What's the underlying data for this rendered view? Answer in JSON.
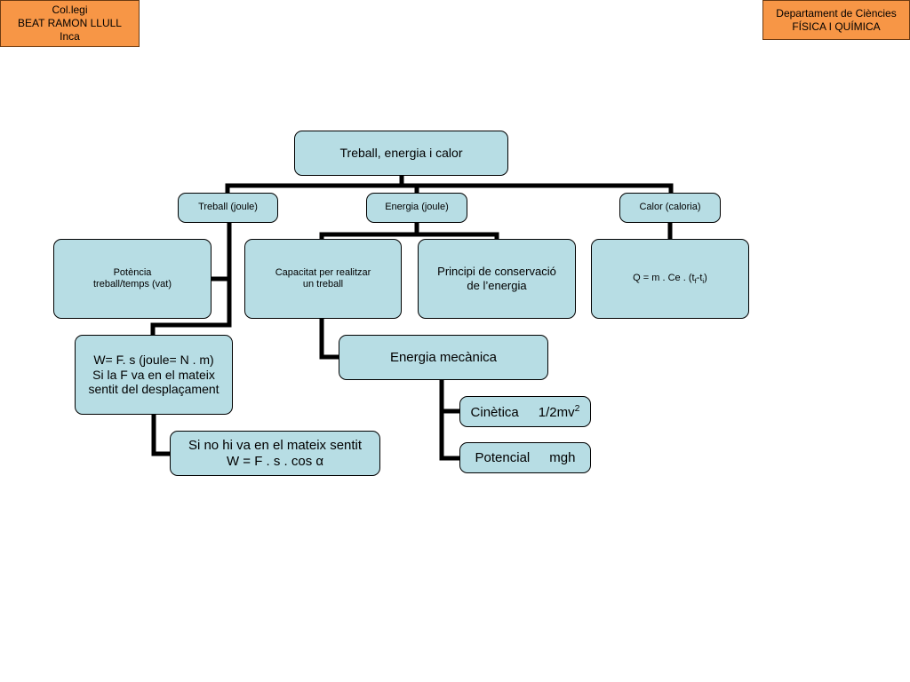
{
  "header": {
    "school": {
      "line1": "Col.legi",
      "line2": "BEAT RAMON LLULL",
      "line3": "Inca"
    },
    "department": {
      "line1": "Departament de Ciències",
      "line2": "FÍSICA I QUÍMICA"
    }
  },
  "colors": {
    "node_fill": "#b7dde4",
    "header_fill": "#f79646",
    "connector": "#000000"
  },
  "nodes": {
    "root": "Treball, energia i calor",
    "work": "Treball (joule)",
    "energy": "Energia (joule)",
    "heat": "Calor (caloria)",
    "power": {
      "line1": "Potència",
      "line2": "treball/temps (vat)"
    },
    "capacity": {
      "line1": "Capacitat  per realitzar",
      "line2": "un treball"
    },
    "conservation": {
      "line1": "Principi de conservació",
      "line2": "de l’energia"
    },
    "heat_formula": {
      "prefix": "Q = m . Ce . (t",
      "sub1": "f",
      "mid": "-t",
      "sub2": "i",
      "suffix": ")"
    },
    "work_formula": {
      "line1": "W= F. s (joule= N . m)",
      "line2": "Si la F va en el mateix",
      "line3": "sentit del desplaçament"
    },
    "mechanical": "Energia mecànica",
    "kinetic": {
      "label": "Cinètica",
      "formula": "1/2mv",
      "exponent": "2"
    },
    "potential": {
      "label": "Potencial",
      "formula": "mgh"
    },
    "angled_work": {
      "line1": "Si no hi va en el mateix sentit",
      "line2": "W = F . s . cos α"
    }
  }
}
